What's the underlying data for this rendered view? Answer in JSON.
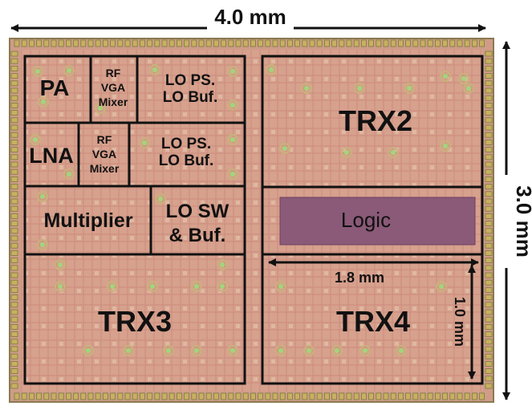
{
  "dimensions": {
    "width_label": "4.0 mm",
    "height_label": "3.0 mm",
    "trx4_width_label": "1.8 mm",
    "trx4_height_label": "1.0 mm"
  },
  "blocks": {
    "pa": "PA",
    "rf_vga_mixer_top": [
      "RF",
      "VGA",
      "Mixer"
    ],
    "lo_ps_top": [
      "LO PS.",
      "LO Buf."
    ],
    "lna": "LNA",
    "rf_vga_mixer_bottom": [
      "RF",
      "VGA",
      "Mixer"
    ],
    "lo_ps_bottom": [
      "LO PS.",
      "LO Buf."
    ],
    "multiplier": "Multiplier",
    "lo_sw": [
      "LO SW",
      "& Buf."
    ],
    "trx2": "TRX2",
    "logic": "Logic",
    "trx3": "TRX3",
    "trx4": "TRX4"
  },
  "colors": {
    "die": "#d4a08c",
    "die_dark": "#b9826e",
    "pad": "#c8b060",
    "pad_ring": "#7a7a40",
    "block_border": "#111111",
    "logic_fill": "#8a5a78",
    "circuit_trace": "#c97a6e",
    "green_dot": "#9fd67a"
  }
}
